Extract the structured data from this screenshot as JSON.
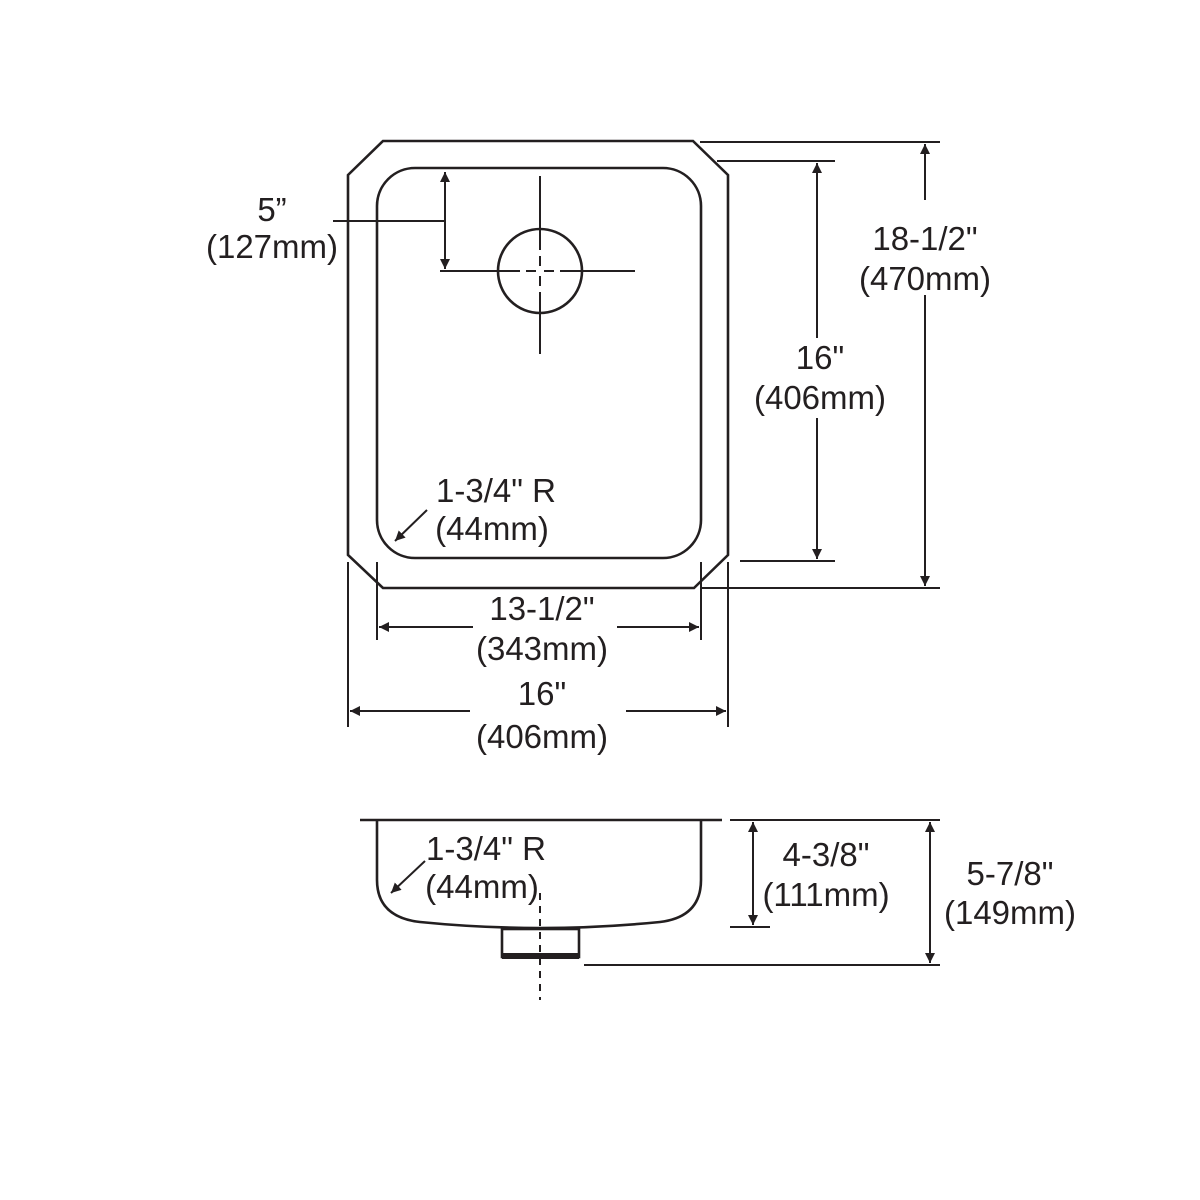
{
  "diagram": {
    "title": "Single bowl undermount sink dimension drawing",
    "line_color": "#231f20",
    "background": "#ffffff",
    "top_view": {
      "drain_offset": {
        "imperial": "5”",
        "metric": "(127mm)"
      },
      "corner_radius": {
        "imperial": "1-3/4\" R",
        "metric": "(44mm)"
      },
      "bowl_length": {
        "imperial": "16\"",
        "metric": "(406mm)"
      },
      "overall_length": {
        "imperial": "18-1/2\"",
        "metric": "(470mm)"
      },
      "bowl_width": {
        "imperial": "13-1/2\"",
        "metric": "(343mm)"
      },
      "overall_width": {
        "imperial": "16\"",
        "metric": "(406mm)"
      }
    },
    "side_view": {
      "corner_radius": {
        "imperial": "1-3/4\" R",
        "metric": "(44mm)"
      },
      "bowl_depth": {
        "imperial": "4-3/8\"",
        "metric": "(111mm)"
      },
      "overall_depth": {
        "imperial": "5-7/8\"",
        "metric": "(149mm)"
      }
    }
  }
}
